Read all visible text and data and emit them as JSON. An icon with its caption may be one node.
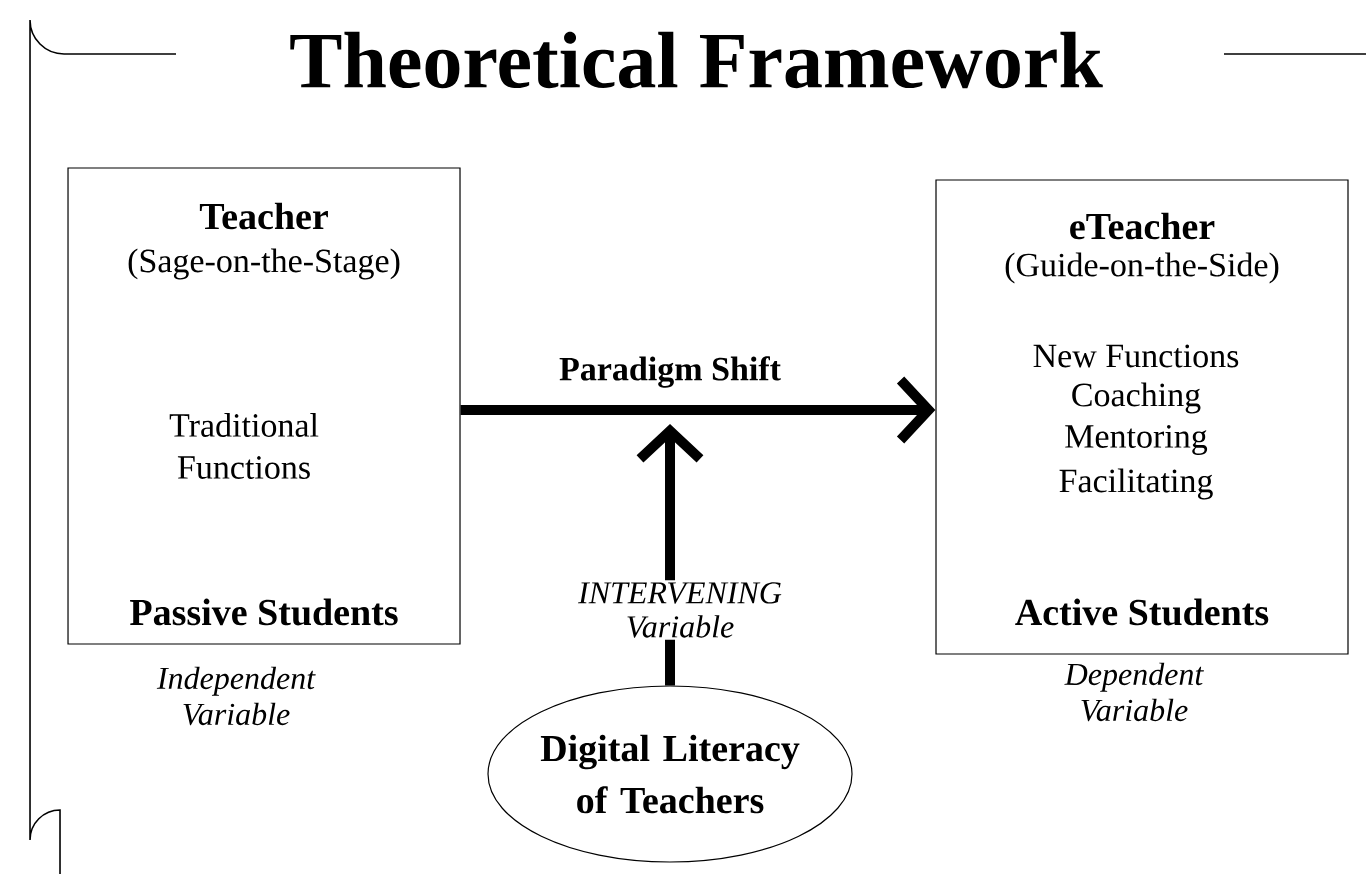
{
  "diagram": {
    "title": "Theoretical Framework",
    "nodes": [
      {
        "text": [
          "Teacher",
          "(Sage-on-the-Stage)",
          "Traditional Functions",
          "Passive Students"
        ],
        "beside": [
          "Independent Variable"
        ]
      },
      {
        "text": [
          "eTeacher",
          "(Guide-on-the-Side)",
          "New Functions",
          "Coaching",
          "Mentoring",
          "Facilitating",
          "Active Students"
        ],
        "beside": [
          "Dependent Variable"
        ]
      },
      {
        "text": [
          "Digital Literacy of Teachers"
        ]
      }
    ],
    "edges": [
      {
        "from": 0,
        "to": 1,
        "arrow": "to",
        "label": "Paradigm Shift"
      },
      {
        "from": 2,
        "to": null,
        "arrow": "to"
      }
    ],
    "labels": [
      "INTERVENING Variable"
    ]
  }
}
